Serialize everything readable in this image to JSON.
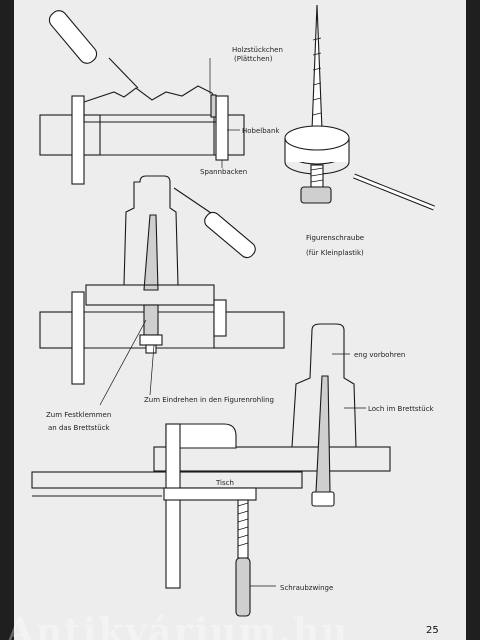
{
  "labels": {
    "holzstuecken_1": "Holzstückchen",
    "holzstuecken_2": "(Plättchen)",
    "hobelbank": "Hobelbank",
    "spannbacken": "Spannbacken",
    "figurenschraube_1": "Figurenschraube",
    "figurenschraube_2": "(für Kleinplastik)",
    "festklemmen_1": "Zum Festklemmen",
    "festklemmen_2": "an das Brettstück",
    "eindrehen": "Zum Eindrehen in den Figurenrohling",
    "eng_vorbohren": "eng vorbohren",
    "loch_im_brettstueck": "Loch im Brettstück",
    "tisch": "Tisch",
    "schraubzwinge": "Schraubzwinge"
  },
  "page_number": "25",
  "watermark": "Antikvárium.hu",
  "colors": {
    "page": "#ededed",
    "border": "#1f1f1f",
    "ink": "#1a1a1a",
    "shade": "#cfcfcf"
  }
}
